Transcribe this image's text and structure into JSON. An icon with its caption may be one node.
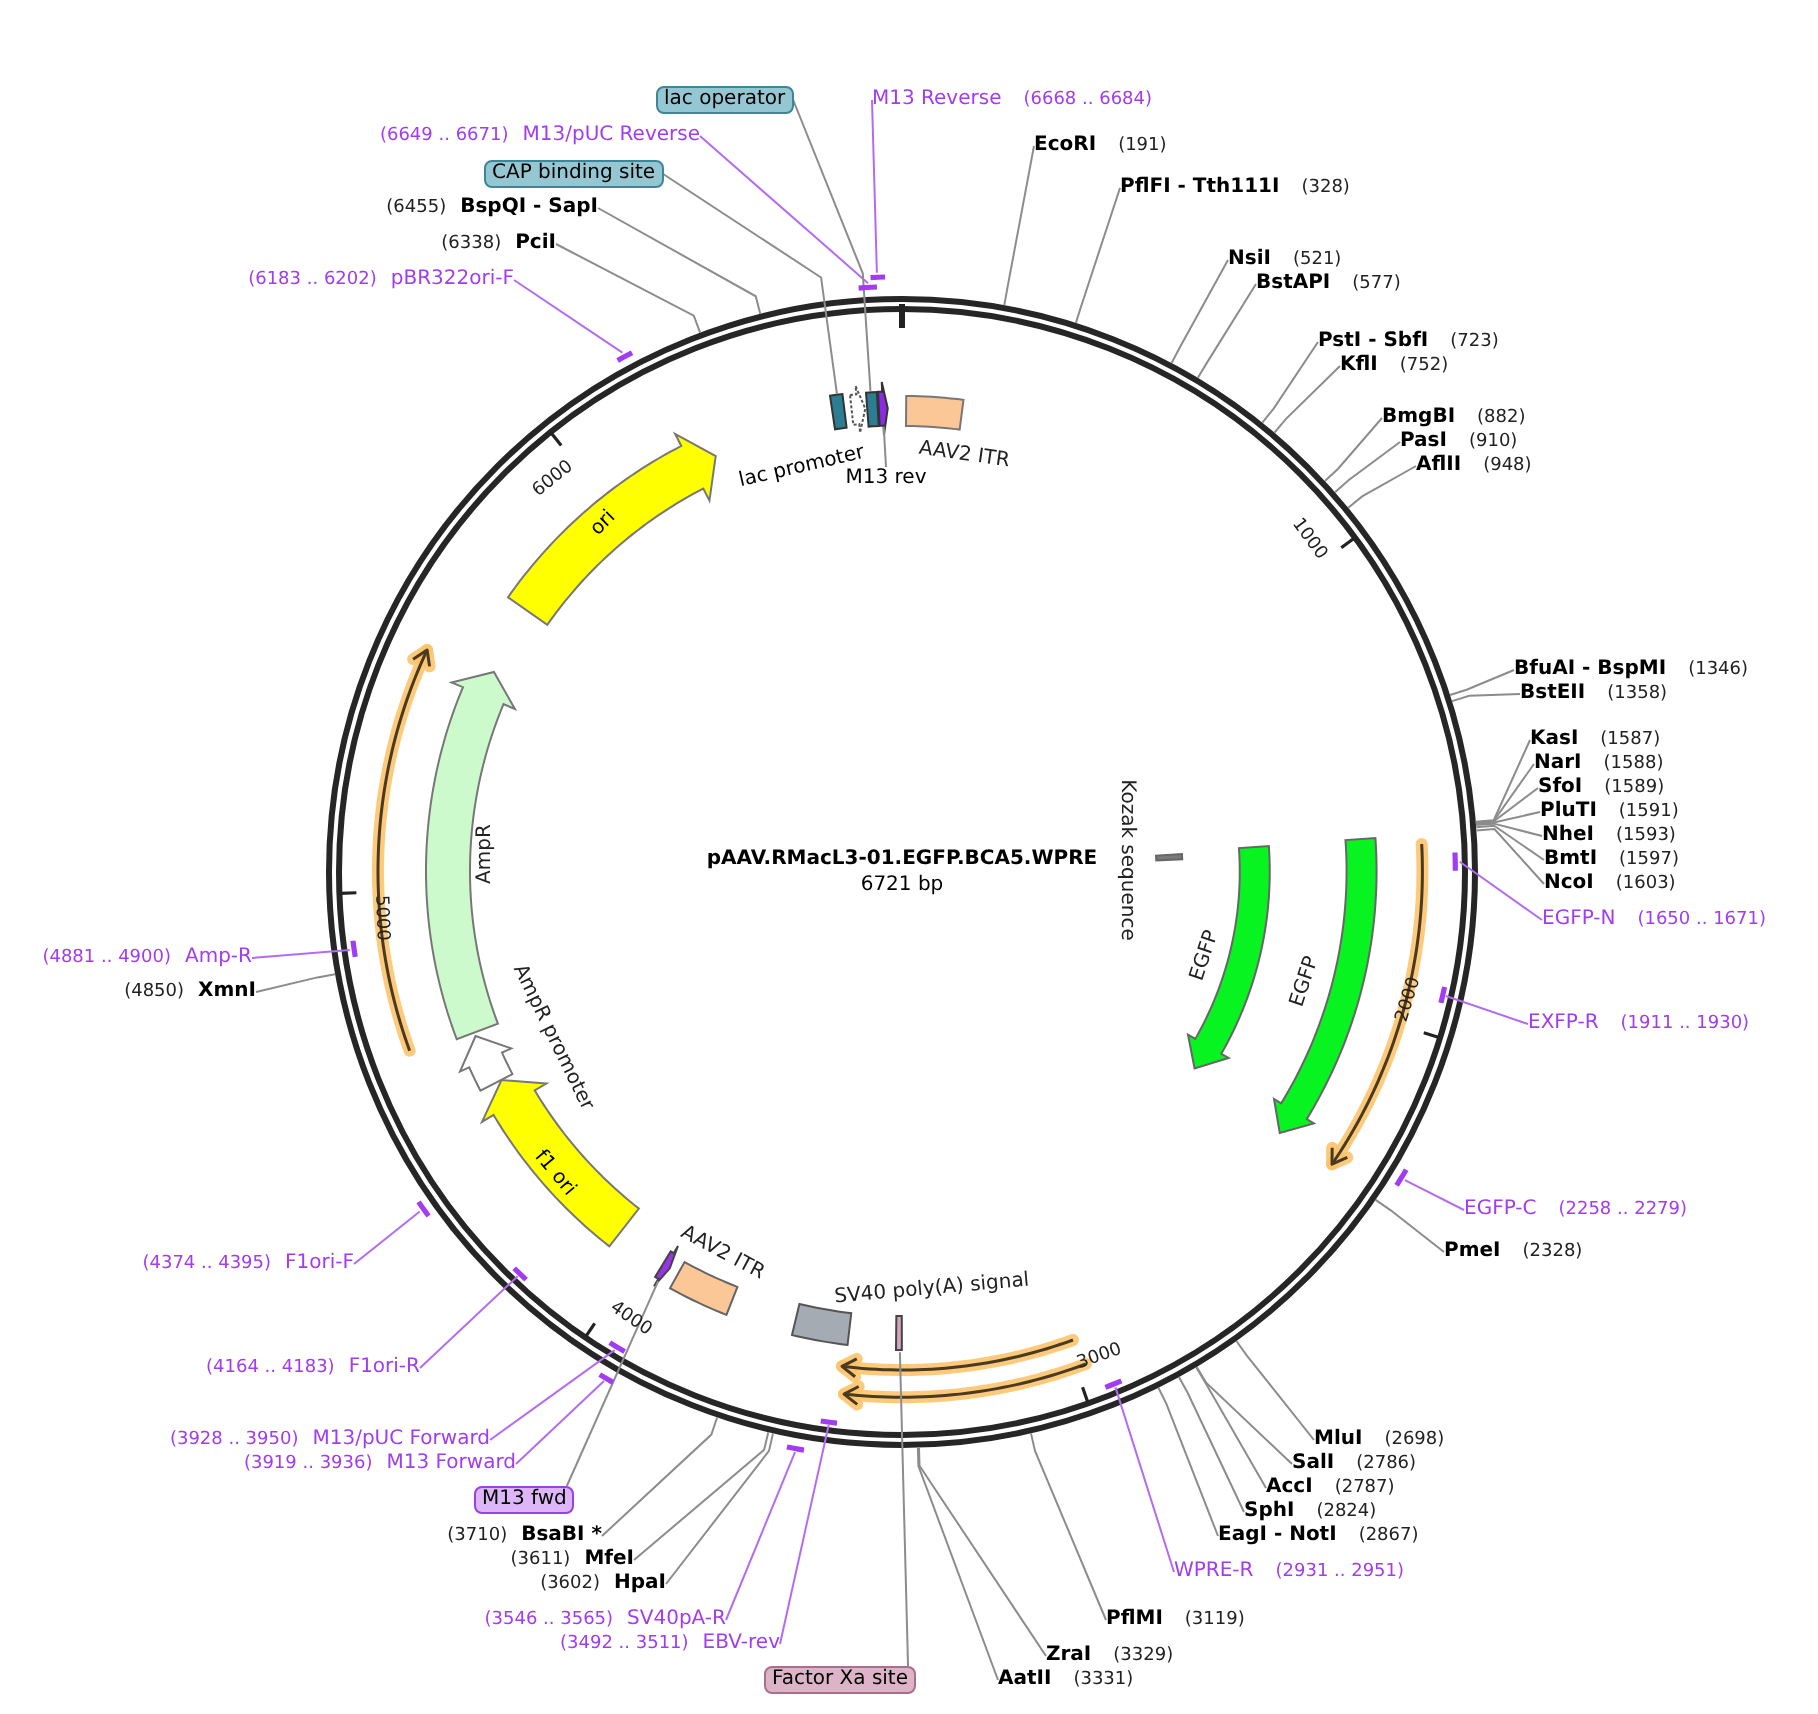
{
  "diagram": {
    "nodes": [
      {
        "text": [
          "pAAV.RMacL3-01.EGFP.BCA5.WPRE",
          "6721 bp"
        ]
      },
      {
        "text": [],
        "shape": "box",
        "in": 0
      },
      {
        "text": [
          "lac promoter"
        ],
        "in": 0
      },
      {
        "text": [],
        "shape": "box",
        "in": 0
      },
      {
        "text": [],
        "shape": "arrow",
        "in": 0
      },
      {
        "text": [],
        "shape": "box",
        "in": 0,
        "beside": [
          "AAV2 ITR"
        ]
      },
      {
        "text": [],
        "shape": "bar",
        "in": 0,
        "beside": [
          "Kozak sequence"
        ]
      },
      {
        "text": [],
        "shape": "arrow",
        "in": 0,
        "beside": [
          "EGFP"
        ]
      },
      {
        "text": [],
        "shape": "arrow",
        "in": 0,
        "beside": [
          "EGFP"
        ]
      },
      {
        "text": [],
        "shape": "arrow",
        "in": 0
      },
      {
        "text": [],
        "shape": "arrow",
        "in": 0
      },
      {
        "text": [],
        "shape": "arrow",
        "in": 0
      },
      {
        "text": [],
        "shape": "bar",
        "in": 0
      },
      {
        "text": [],
        "shape": "box",
        "in": 0,
        "beside": [
          "SV40 poly(A) signal"
        ]
      },
      {
        "text": [],
        "shape": "box",
        "in": 0,
        "beside": [
          "AAV2 ITR"
        ]
      },
      {
        "text": [],
        "shape": "arrow",
        "in": 0
      },
      {
        "text": [
          "f1 ori"
        ],
        "in": 0
      },
      {
        "text": [],
        "shape": "arrow",
        "in": 0,
        "beside": [
          "AmpR promoter"
        ]
      },
      {
        "text": [],
        "shape": "arrow",
        "in": 0,
        "beside": [
          "AmpR"
        ]
      },
      {
        "text": [],
        "shape": "arrow",
        "in": 0
      },
      {
        "text": [
          "ori"
        ],
        "in": 0
      },
      {
        "text": [
          "M13 rev"
        ],
        "in": 0
      },
      {
        "text": [
          "EcoRI",
          "(191)"
        ]
      },
      {
        "text": [
          "PflFI - Tth111I",
          "(328)"
        ]
      },
      {
        "text": [
          "NsiI",
          "(521)"
        ]
      },
      {
        "text": [
          "BstAPI",
          "(577)"
        ]
      },
      {
        "text": [
          "PstI - SbfI",
          "(723)"
        ]
      },
      {
        "text": [
          "KflI",
          "(752)"
        ]
      },
      {
        "text": [
          "BmgBI",
          "(882)"
        ]
      },
      {
        "text": [
          "PasI",
          "(910)"
        ]
      },
      {
        "text": [
          "AflII",
          "(948)"
        ]
      },
      {
        "text": [
          "BfuAI - BspMI",
          "(1346)"
        ]
      },
      {
        "text": [
          "BstEII",
          "(1358)"
        ]
      },
      {
        "text": [
          "KasI",
          "(1587)"
        ]
      },
      {
        "text": [
          "NarI",
          "(1588)"
        ]
      },
      {
        "text": [
          "SfoI",
          "(1589)"
        ]
      },
      {
        "text": [
          "PluTI",
          "(1591)"
        ]
      },
      {
        "text": [
          "NheI",
          "(1593)"
        ]
      },
      {
        "text": [
          "BmtI",
          "(1597)"
        ]
      },
      {
        "text": [
          "NcoI",
          "(1603)"
        ]
      },
      {
        "text": [
          "EGFP-N",
          "(1650 .. 1671)"
        ]
      },
      {
        "text": [],
        "shape": "bar",
        "in": 0
      },
      {
        "text": [
          "EXFP-R",
          "(1911 .. 1930)"
        ]
      },
      {
        "text": [],
        "shape": "bar",
        "in": 0
      },
      {
        "text": [
          "EGFP-C",
          "(2258 .. 2279)"
        ]
      },
      {
        "text": [],
        "shape": "bar"
      },
      {
        "text": [
          "PmeI",
          "(2328)"
        ]
      },
      {
        "text": [
          "MluI",
          "(2698)"
        ]
      },
      {
        "text": [
          "SalI",
          "(2786)"
        ]
      },
      {
        "text": [
          "AccI",
          "(2787)"
        ]
      },
      {
        "text": [
          "SphI",
          "(2824)"
        ]
      },
      {
        "text": [
          "EagI - NotI",
          "(2867)"
        ]
      },
      {
        "text": [
          "WPRE-R",
          "(2931 .. 2951)"
        ]
      },
      {
        "text": [],
        "shape": "bar",
        "in": 0
      },
      {
        "text": [
          "PflMI",
          "(3119)"
        ]
      },
      {
        "text": [
          "ZraI",
          "(3329)"
        ]
      },
      {
        "text": [
          "AatII",
          "(3331)"
        ]
      },
      {
        "text": [
          "Factor Xa site"
        ]
      },
      {
        "text": [
          "(3492 .. 3511)",
          "EBV-rev"
        ]
      },
      {
        "text": [],
        "shape": "bar",
        "in": 0
      },
      {
        "text": [
          "(3546 .. 3565)",
          "SV40pA-R"
        ]
      },
      {
        "text": [],
        "shape": "bar"
      },
      {
        "text": [
          "(3602)",
          "HpaI"
        ]
      },
      {
        "text": [
          "(3611)",
          "MfeI"
        ]
      },
      {
        "text": [
          "(3710)",
          "BsaBI *"
        ]
      },
      {
        "text": [
          "M13 fwd"
        ]
      },
      {
        "text": [
          "(3919 .. 3936)",
          "M13 Forward"
        ]
      },
      {
        "text": [],
        "shape": "bar"
      },
      {
        "text": [
          "(3928 .. 3950)",
          "M13/pUC Forward"
        ]
      },
      {
        "text": [],
        "shape": "bar",
        "in": 0
      },
      {
        "text": [
          "(4164 .. 4183)",
          "F1ori-R"
        ]
      },
      {
        "text": [],
        "shape": "bar",
        "in": 0
      },
      {
        "text": [
          "(4374 .. 4395)",
          "F1ori-F"
        ]
      },
      {
        "text": [],
        "shape": "bar"
      },
      {
        "text": [
          "(4850)",
          "XmnI"
        ]
      },
      {
        "text": [
          "(4881 .. 4900)",
          "Amp-R"
        ]
      },
      {
        "text": [],
        "shape": "bar",
        "in": 0
      },
      {
        "text": [
          "(6183 .. 6202)",
          "pBR322ori-F"
        ]
      },
      {
        "text": [],
        "shape": "bar"
      },
      {
        "text": [
          "(6338)",
          "PciI"
        ]
      },
      {
        "text": [
          "(6455)",
          "BspQI - SapI"
        ]
      },
      {
        "text": [
          "CAP binding site"
        ]
      },
      {
        "text": [
          "(6649 .. 6671)",
          "M13/pUC Reverse"
        ]
      },
      {
        "text": [],
        "shape": "bar"
      },
      {
        "text": [
          "lac operator"
        ]
      },
      {
        "text": [
          "M13 Reverse",
          "(6668 .. 6684)"
        ]
      },
      {
        "text": [],
        "shape": "bar"
      }
    ],
    "edges": [
      {
        "from": 21,
        "to": 4,
        "arrow": "none"
      },
      {
        "from": 22,
        "to": 0,
        "arrow": "none"
      },
      {
        "from": 23,
        "to": 0,
        "arrow": "none"
      },
      {
        "from": 24,
        "to": 0,
        "arrow": "none"
      },
      {
        "from": 25,
        "to": 0,
        "arrow": "none"
      },
      {
        "from": 26,
        "to": 0,
        "arrow": "none"
      },
      {
        "from": 27,
        "to": 0,
        "arrow": "none"
      },
      {
        "from": 28,
        "to": 0,
        "arrow": "none"
      },
      {
        "from": 29,
        "to": 0,
        "arrow": "none"
      },
      {
        "from": 30,
        "to": 0,
        "arrow": "none"
      },
      {
        "from": 31,
        "to": 0,
        "arrow": "none"
      },
      {
        "from": 32,
        "to": 0,
        "arrow": "none"
      },
      {
        "from": 33,
        "to": 0,
        "arrow": "none"
      },
      {
        "from": 34,
        "to": 0,
        "arrow": "none"
      },
      {
        "from": 35,
        "to": 0,
        "arrow": "none"
      },
      {
        "from": 36,
        "to": 0,
        "arrow": "none"
      },
      {
        "from": 37,
        "to": 0,
        "arrow": "none"
      },
      {
        "from": 38,
        "to": 0,
        "arrow": "none"
      },
      {
        "from": 39,
        "to": 0,
        "arrow": "none"
      },
      {
        "from": 40,
        "to": 41,
        "arrow": "none",
        "color": "#b36cf0"
      },
      {
        "from": 42,
        "to": 43,
        "arrow": "none",
        "color": "#b36cf0"
      },
      {
        "from": 44,
        "to": 45,
        "arrow": "none",
        "color": "#b36cf0"
      },
      {
        "from": 46,
        "to": 0,
        "arrow": "none"
      },
      {
        "from": 47,
        "to": 0,
        "arrow": "none"
      },
      {
        "from": 48,
        "to": 0,
        "arrow": "none"
      },
      {
        "from": 49,
        "to": 0,
        "arrow": "none"
      },
      {
        "from": 50,
        "to": 0,
        "arrow": "none"
      },
      {
        "from": 51,
        "to": 0,
        "arrow": "none"
      },
      {
        "from": 52,
        "to": 53,
        "arrow": "none",
        "color": "#b36cf0"
      },
      {
        "from": 54,
        "to": 0,
        "arrow": "none"
      },
      {
        "from": 55,
        "to": 0,
        "arrow": "none"
      },
      {
        "from": 56,
        "to": 0,
        "arrow": "none"
      },
      {
        "from": 57,
        "to": 12,
        "arrow": "none"
      },
      {
        "from": 58,
        "to": 59,
        "arrow": "none",
        "color": "#b36cf0"
      },
      {
        "from": 60,
        "to": 61,
        "arrow": "none",
        "color": "#b36cf0"
      },
      {
        "from": 62,
        "to": 0,
        "arrow": "none"
      },
      {
        "from": 63,
        "to": 0,
        "arrow": "none"
      },
      {
        "from": 64,
        "to": 0,
        "arrow": "none"
      },
      {
        "from": 65,
        "to": 15,
        "arrow": "none"
      },
      {
        "from": 66,
        "to": 67,
        "arrow": "none",
        "color": "#b36cf0"
      },
      {
        "from": 68,
        "to": 69,
        "arrow": "none",
        "color": "#b36cf0"
      },
      {
        "from": 70,
        "to": 71,
        "arrow": "none",
        "color": "#b36cf0"
      },
      {
        "from": 72,
        "to": 73,
        "arrow": "none",
        "color": "#b36cf0"
      },
      {
        "from": 74,
        "to": 0,
        "arrow": "none"
      },
      {
        "from": 75,
        "to": 76,
        "arrow": "none",
        "color": "#b36cf0"
      },
      {
        "from": 77,
        "to": 78,
        "arrow": "none",
        "color": "#b36cf0"
      },
      {
        "from": 79,
        "to": 0,
        "arrow": "none"
      },
      {
        "from": 80,
        "to": 0,
        "arrow": "none"
      },
      {
        "from": 81,
        "to": 1,
        "arrow": "none"
      },
      {
        "from": 82,
        "to": 83,
        "arrow": "none",
        "color": "#b36cf0"
      },
      {
        "from": 84,
        "to": 3,
        "arrow": "none"
      },
      {
        "from": 85,
        "to": 86,
        "arrow": "none",
        "color": "#b36cf0"
      }
    ],
    "labels": [
      "1000",
      "2000",
      "3000",
      "4000",
      "5000",
      "6000"
    ]
  }
}
